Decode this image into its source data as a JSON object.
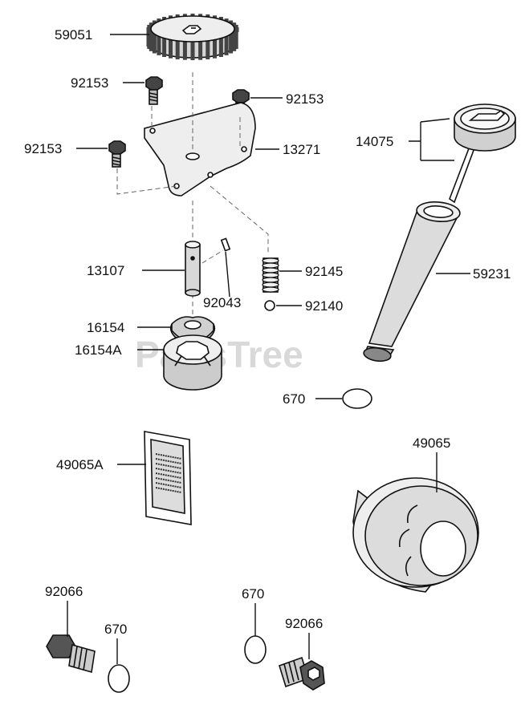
{
  "watermark": "PartsTree",
  "colors": {
    "line": "#111111",
    "fill_light": "#e8e8e8",
    "fill_mid": "#cfcfcf",
    "fill_dark": "#555555"
  },
  "labels": {
    "gear": "59051",
    "bolt_top": "92153",
    "bolt_right": "92153",
    "bolt_left": "92153",
    "plate": "13271",
    "dipstick": "14075",
    "shaft": "13107",
    "pin": "92043",
    "spring": "92145",
    "ball": "92140",
    "rotor_inner": "16154",
    "rotor_outer": "16154A",
    "filler_tube": "59231",
    "tube_oring": "670",
    "screen": "49065A",
    "oil_filter": "49065",
    "drain_plug_left": "92066",
    "oring_left": "670",
    "oring_right": "670",
    "drain_plug_right": "92066"
  }
}
